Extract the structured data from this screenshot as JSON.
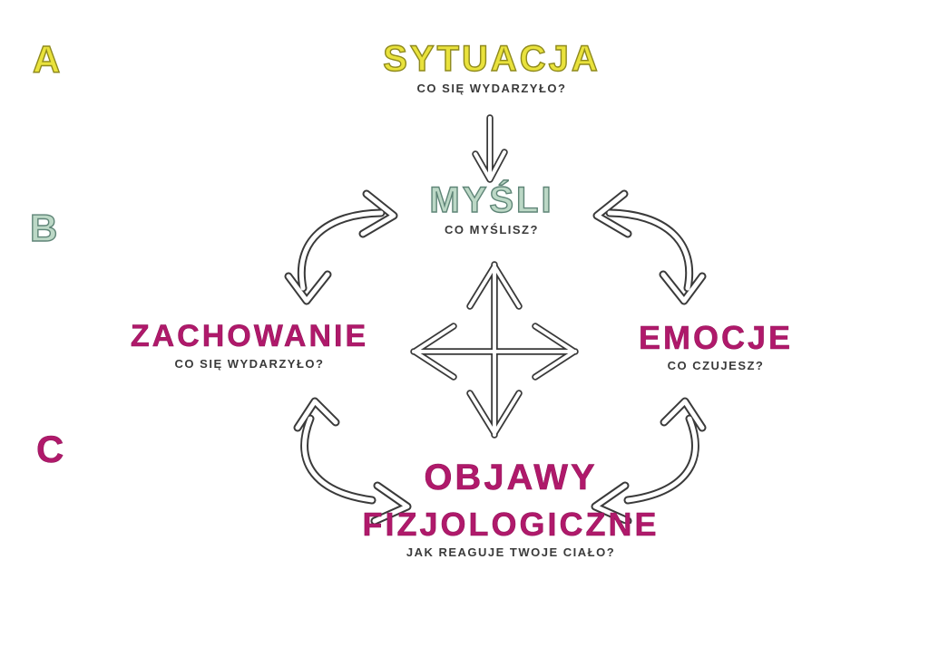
{
  "diagram_title": "CBT model (ABC) diagram",
  "palette": {
    "yellow": "#e9e23c",
    "yellow_outline": "#8f8a1d",
    "sage": "#bcd8c6",
    "sage_outline": "#5f8577",
    "magenta": "#b0196b",
    "ink": "#3a3a3a",
    "background": "#ffffff"
  },
  "stage_labels": [
    {
      "letter": "A",
      "color": "#e9e23c"
    },
    {
      "letter": "B",
      "color": "#bcd8c6"
    },
    {
      "letter": "C",
      "color": "#b0196b"
    }
  ],
  "nodes": {
    "situation": {
      "title": "SYTUACJA",
      "subtitle": "CO SIĘ WYDARZYŁO?"
    },
    "thoughts": {
      "title": "MYŚLI",
      "subtitle": "CO MYŚLISZ?"
    },
    "behavior": {
      "title": "ZACHOWANIE",
      "subtitle": "CO SIĘ WYDARZYŁO?"
    },
    "emotions": {
      "title": "EMOCJE",
      "subtitle": "CO CZUJESZ?"
    },
    "symptoms": {
      "title_line1": "OBJAWY",
      "title_line2": "FIZJOLOGICZNE",
      "subtitle": "JAK REAGUJE TWOJE CIAŁO?"
    }
  },
  "connections": [
    {
      "from": "situation",
      "to": "thoughts",
      "style": "straight",
      "bidirectional": false
    },
    {
      "from": "thoughts",
      "to": "behavior",
      "style": "curved",
      "bidirectional": true
    },
    {
      "from": "thoughts",
      "to": "emotions",
      "style": "curved",
      "bidirectional": true
    },
    {
      "from": "thoughts",
      "to": "symptoms",
      "style": "straight",
      "bidirectional": true
    },
    {
      "from": "behavior",
      "to": "emotions",
      "style": "straight",
      "bidirectional": true
    },
    {
      "from": "behavior",
      "to": "symptoms",
      "style": "curved",
      "bidirectional": true
    },
    {
      "from": "emotions",
      "to": "symptoms",
      "style": "curved",
      "bidirectional": true
    }
  ]
}
